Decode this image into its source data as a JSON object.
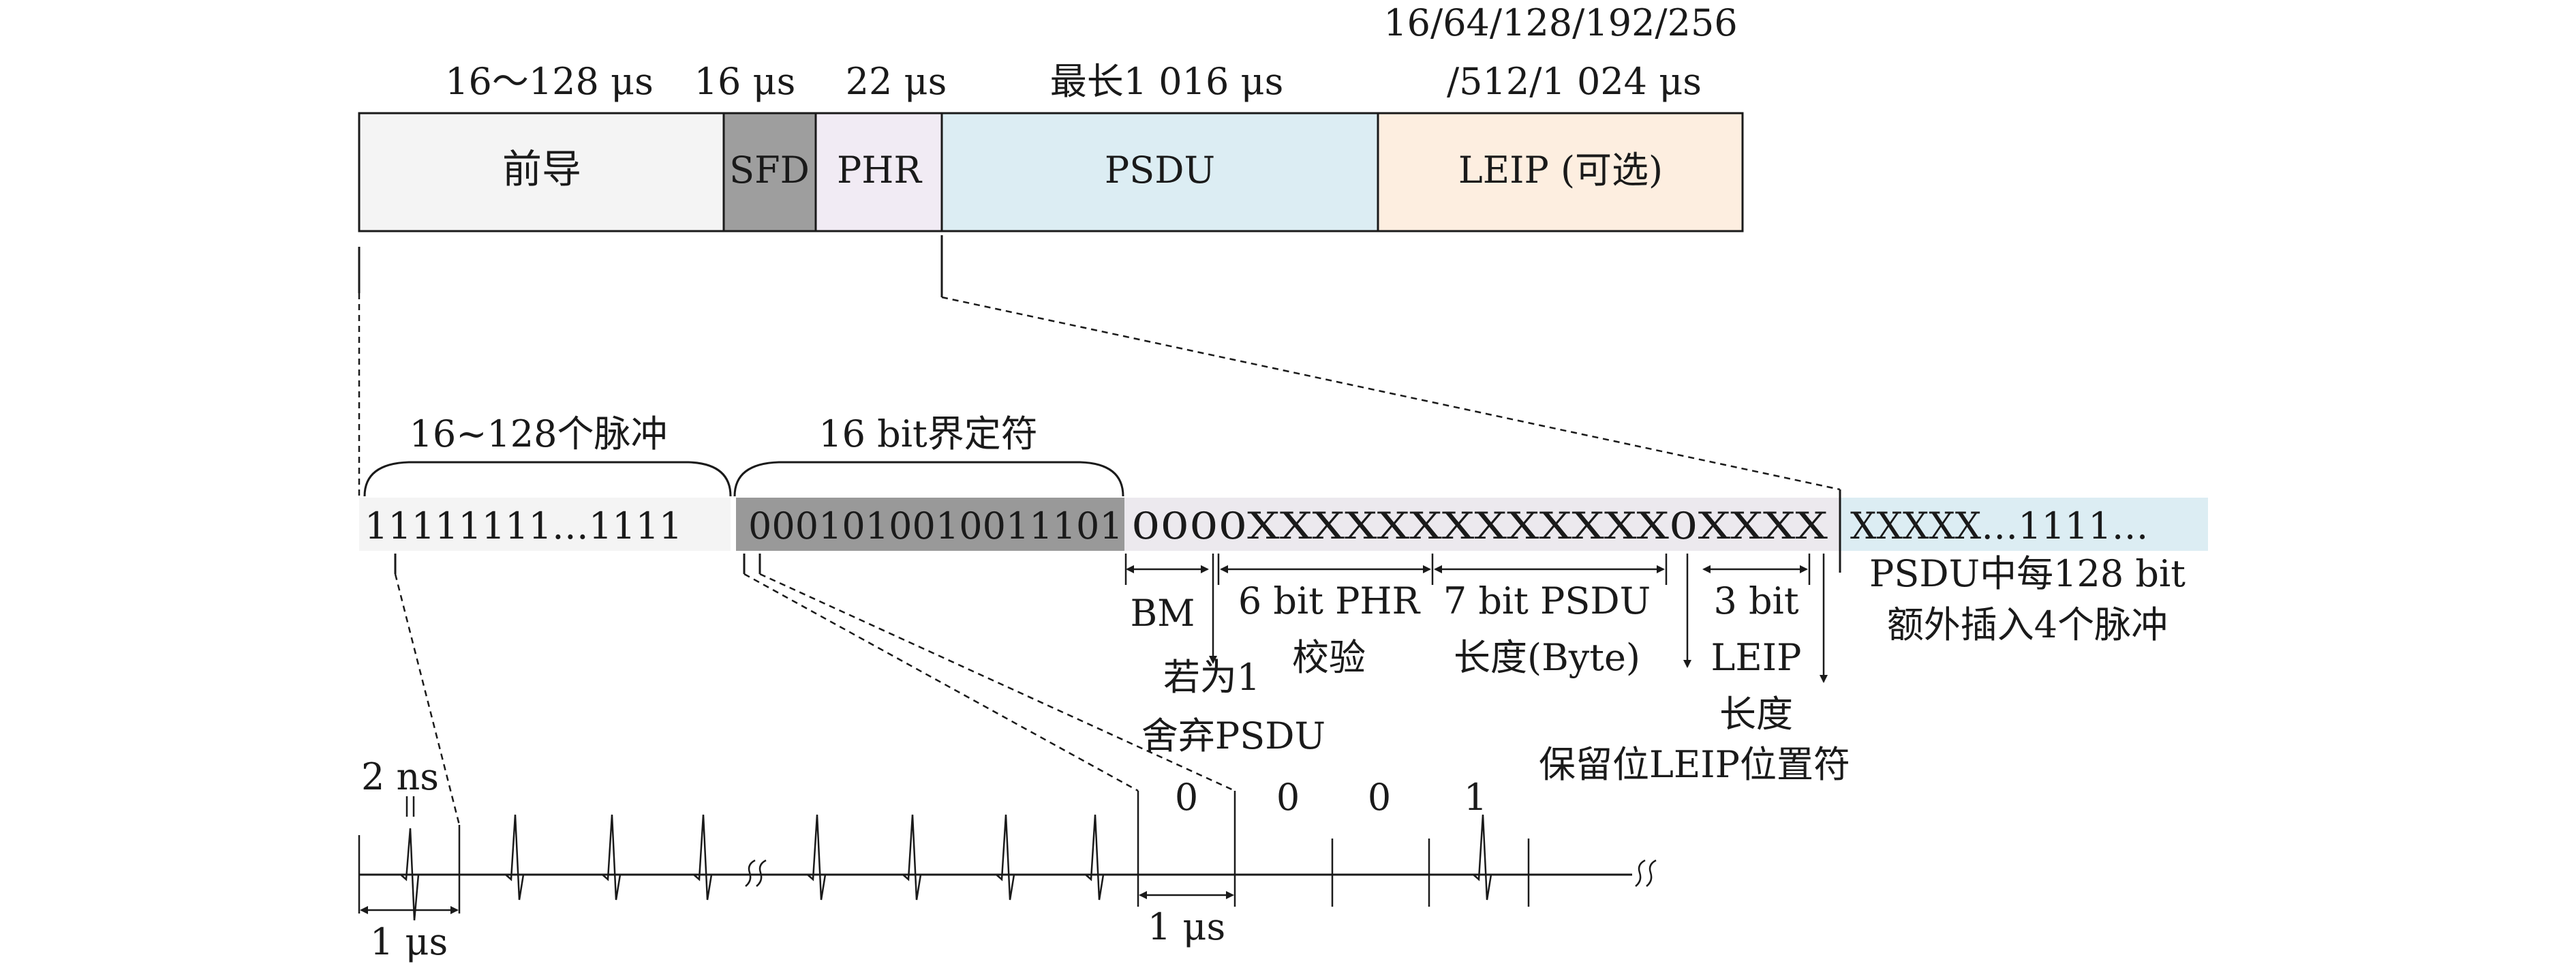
{
  "frame": {
    "durations": {
      "preamble": "16～128 μs",
      "sfd": "16 μs",
      "phr": "22 μs",
      "psdu": "最长1 016 μs",
      "leip_line1": "16/64/128/192/256",
      "leip_line2": "/512/1 024 μs"
    },
    "fields": {
      "preamble": "前导",
      "sfd": "SFD",
      "phr": "PHR",
      "psdu": "PSDU",
      "leip": "LEIP (可选)"
    }
  },
  "bits": {
    "preamble_brace": "16~128个脉冲",
    "sfd_brace": "16 bit界定符",
    "preamble_bits": "11111111…1111",
    "sfd_bits": "0001010010011101",
    "phr_bits": "0000XXXXXXXXXXXXX0XXXX",
    "psdu_bits": "XXXXX…1111…",
    "psdu_note_line1": "PSDU中每128 bit",
    "psdu_note_line2": "额外插入4个脉冲"
  },
  "phr_fields": {
    "bm": "BM",
    "discard_line1": "若为1",
    "discard_line2": "舍弃PSDU",
    "check_line1": "6 bit PHR",
    "check_line2": "校验",
    "length_line1": "7 bit PSDU",
    "length_line2": "长度(Byte)",
    "reserved": "保留位",
    "leip_line1": "3 bit",
    "leip_line2": "LEIP",
    "leip_line3": "长度",
    "leip_pos": "LEIP位置符"
  },
  "pulses": {
    "pulse_width": "2 ns",
    "symbol_duration_left": "1 μs",
    "symbol_duration_right": "1 μs",
    "bit_values": [
      "0",
      "0",
      "0",
      "1"
    ]
  },
  "colors": {
    "preamble": "#f4f4f4",
    "sfd": "#9e9e9e",
    "phr": "#f1ebf4",
    "psdu": "#dcedf3",
    "leip": "#fdeee0",
    "sfd_bits_bg": "#999999",
    "phr_bits_bg": "#ece9ee",
    "psdu_bits_bg": "#dcedf3"
  }
}
